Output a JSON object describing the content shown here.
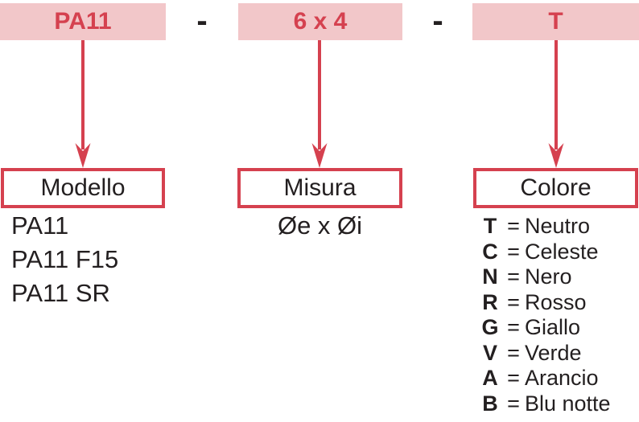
{
  "diagram": {
    "code": {
      "segment1": "PA11",
      "separator1": "-",
      "segment2": "6 x 4",
      "separator2": "-",
      "segment3": "T"
    },
    "columns": [
      {
        "label": "Modello",
        "options": [
          "PA11",
          "PA11 F15",
          "PA11 SR"
        ]
      },
      {
        "label": "Misura",
        "value": "Øe x Øi"
      },
      {
        "label": "Colore",
        "equals": "=",
        "options": [
          {
            "code": "T",
            "name": "Neutro"
          },
          {
            "code": "C",
            "name": "Celeste"
          },
          {
            "code": "N",
            "name": "Nero"
          },
          {
            "code": "R",
            "name": "Rosso"
          },
          {
            "code": "G",
            "name": "Giallo"
          },
          {
            "code": "V",
            "name": "Verde"
          },
          {
            "code": "A",
            "name": "Arancio"
          },
          {
            "code": "B",
            "name": "Blu notte"
          }
        ]
      }
    ],
    "colors": {
      "pink_background": "#f2c7c9",
      "red_accent": "#d5414f",
      "text_black": "#231f20"
    }
  }
}
